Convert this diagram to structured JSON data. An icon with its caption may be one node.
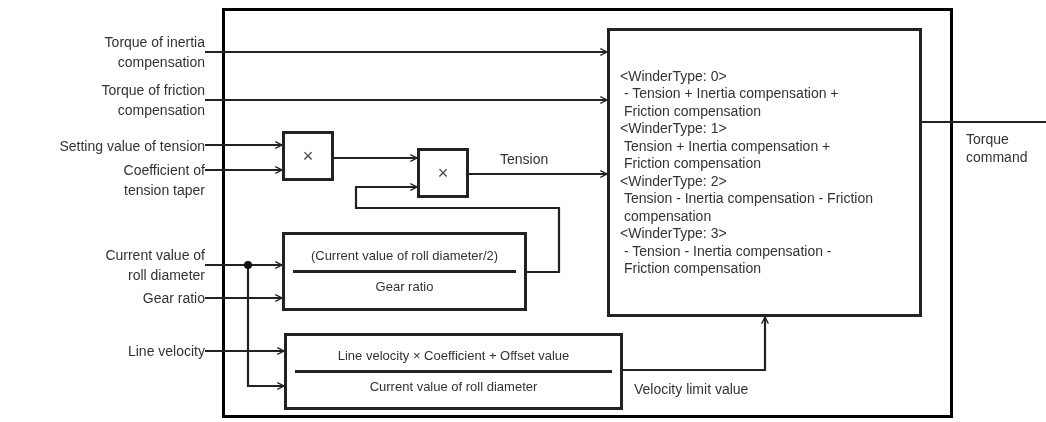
{
  "diagram": {
    "nodes": [
      {
        "text": [],
        "shape": "box"
      },
      {
        "text": [
          "Torque of inertia compensation"
        ]
      },
      {
        "text": [
          "Torque of friction compensation"
        ]
      },
      {
        "text": [
          "Setting value of tension"
        ]
      },
      {
        "text": [
          "Coefficient of tension taper"
        ]
      },
      {
        "text": [
          "Current value of roll diameter"
        ]
      },
      {
        "text": [
          "Gear ratio"
        ]
      },
      {
        "text": [
          "Line velocity"
        ]
      },
      {
        "text": [
          "×"
        ],
        "in": 0
      },
      {
        "text": [
          "×"
        ],
        "in": 0
      },
      {
        "text": [
          "(Current value of roll diameter/2)",
          "Gear ratio"
        ],
        "in": 0
      },
      {
        "text": [
          "Line velocity × Coefficient + Offset value",
          "Current value of roll diameter"
        ],
        "in": 0
      },
      {
        "text": [
          "<WinderType: 0>",
          "- Tension + Inertia compensation + Friction compensation",
          "<WinderType: 1>",
          "Tension + Inertia compensation + Friction compensation",
          "<WinderType: 2>",
          "Tension - Inertia compensation - Friction compensation",
          "<WinderType: 3>",
          "- Tension - Inertia compensation - Friction compensation"
        ],
        "in": 0
      }
    ],
    "edges": [
      {
        "from": 1,
        "to": 12,
        "arrow": "to"
      },
      {
        "from": 2,
        "to": 12,
        "arrow": "to"
      },
      {
        "from": 3,
        "to": 8,
        "arrow": "to"
      },
      {
        "from": 4,
        "to": 8,
        "arrow": "to"
      },
      {
        "from": 8,
        "to": 9,
        "arrow": "to"
      },
      {
        "from": 9,
        "to": 12,
        "arrow": "to",
        "label": "Tension"
      },
      {
        "from": 10,
        "to": 9,
        "arrow": "to"
      },
      {
        "from": 5,
        "to": 10,
        "arrow": "to"
      },
      {
        "from": 6,
        "to": 10,
        "arrow": "to"
      },
      {
        "from": 5,
        "to": 11,
        "arrow": "to"
      },
      {
        "from": 7,
        "to": 11,
        "arrow": "to"
      },
      {
        "from": 11,
        "to": 12,
        "arrow": "to",
        "label": "Velocity limit value"
      },
      {
        "from": 12,
        "to": null,
        "arrow": "none",
        "label": "Torque command"
      }
    ]
  }
}
